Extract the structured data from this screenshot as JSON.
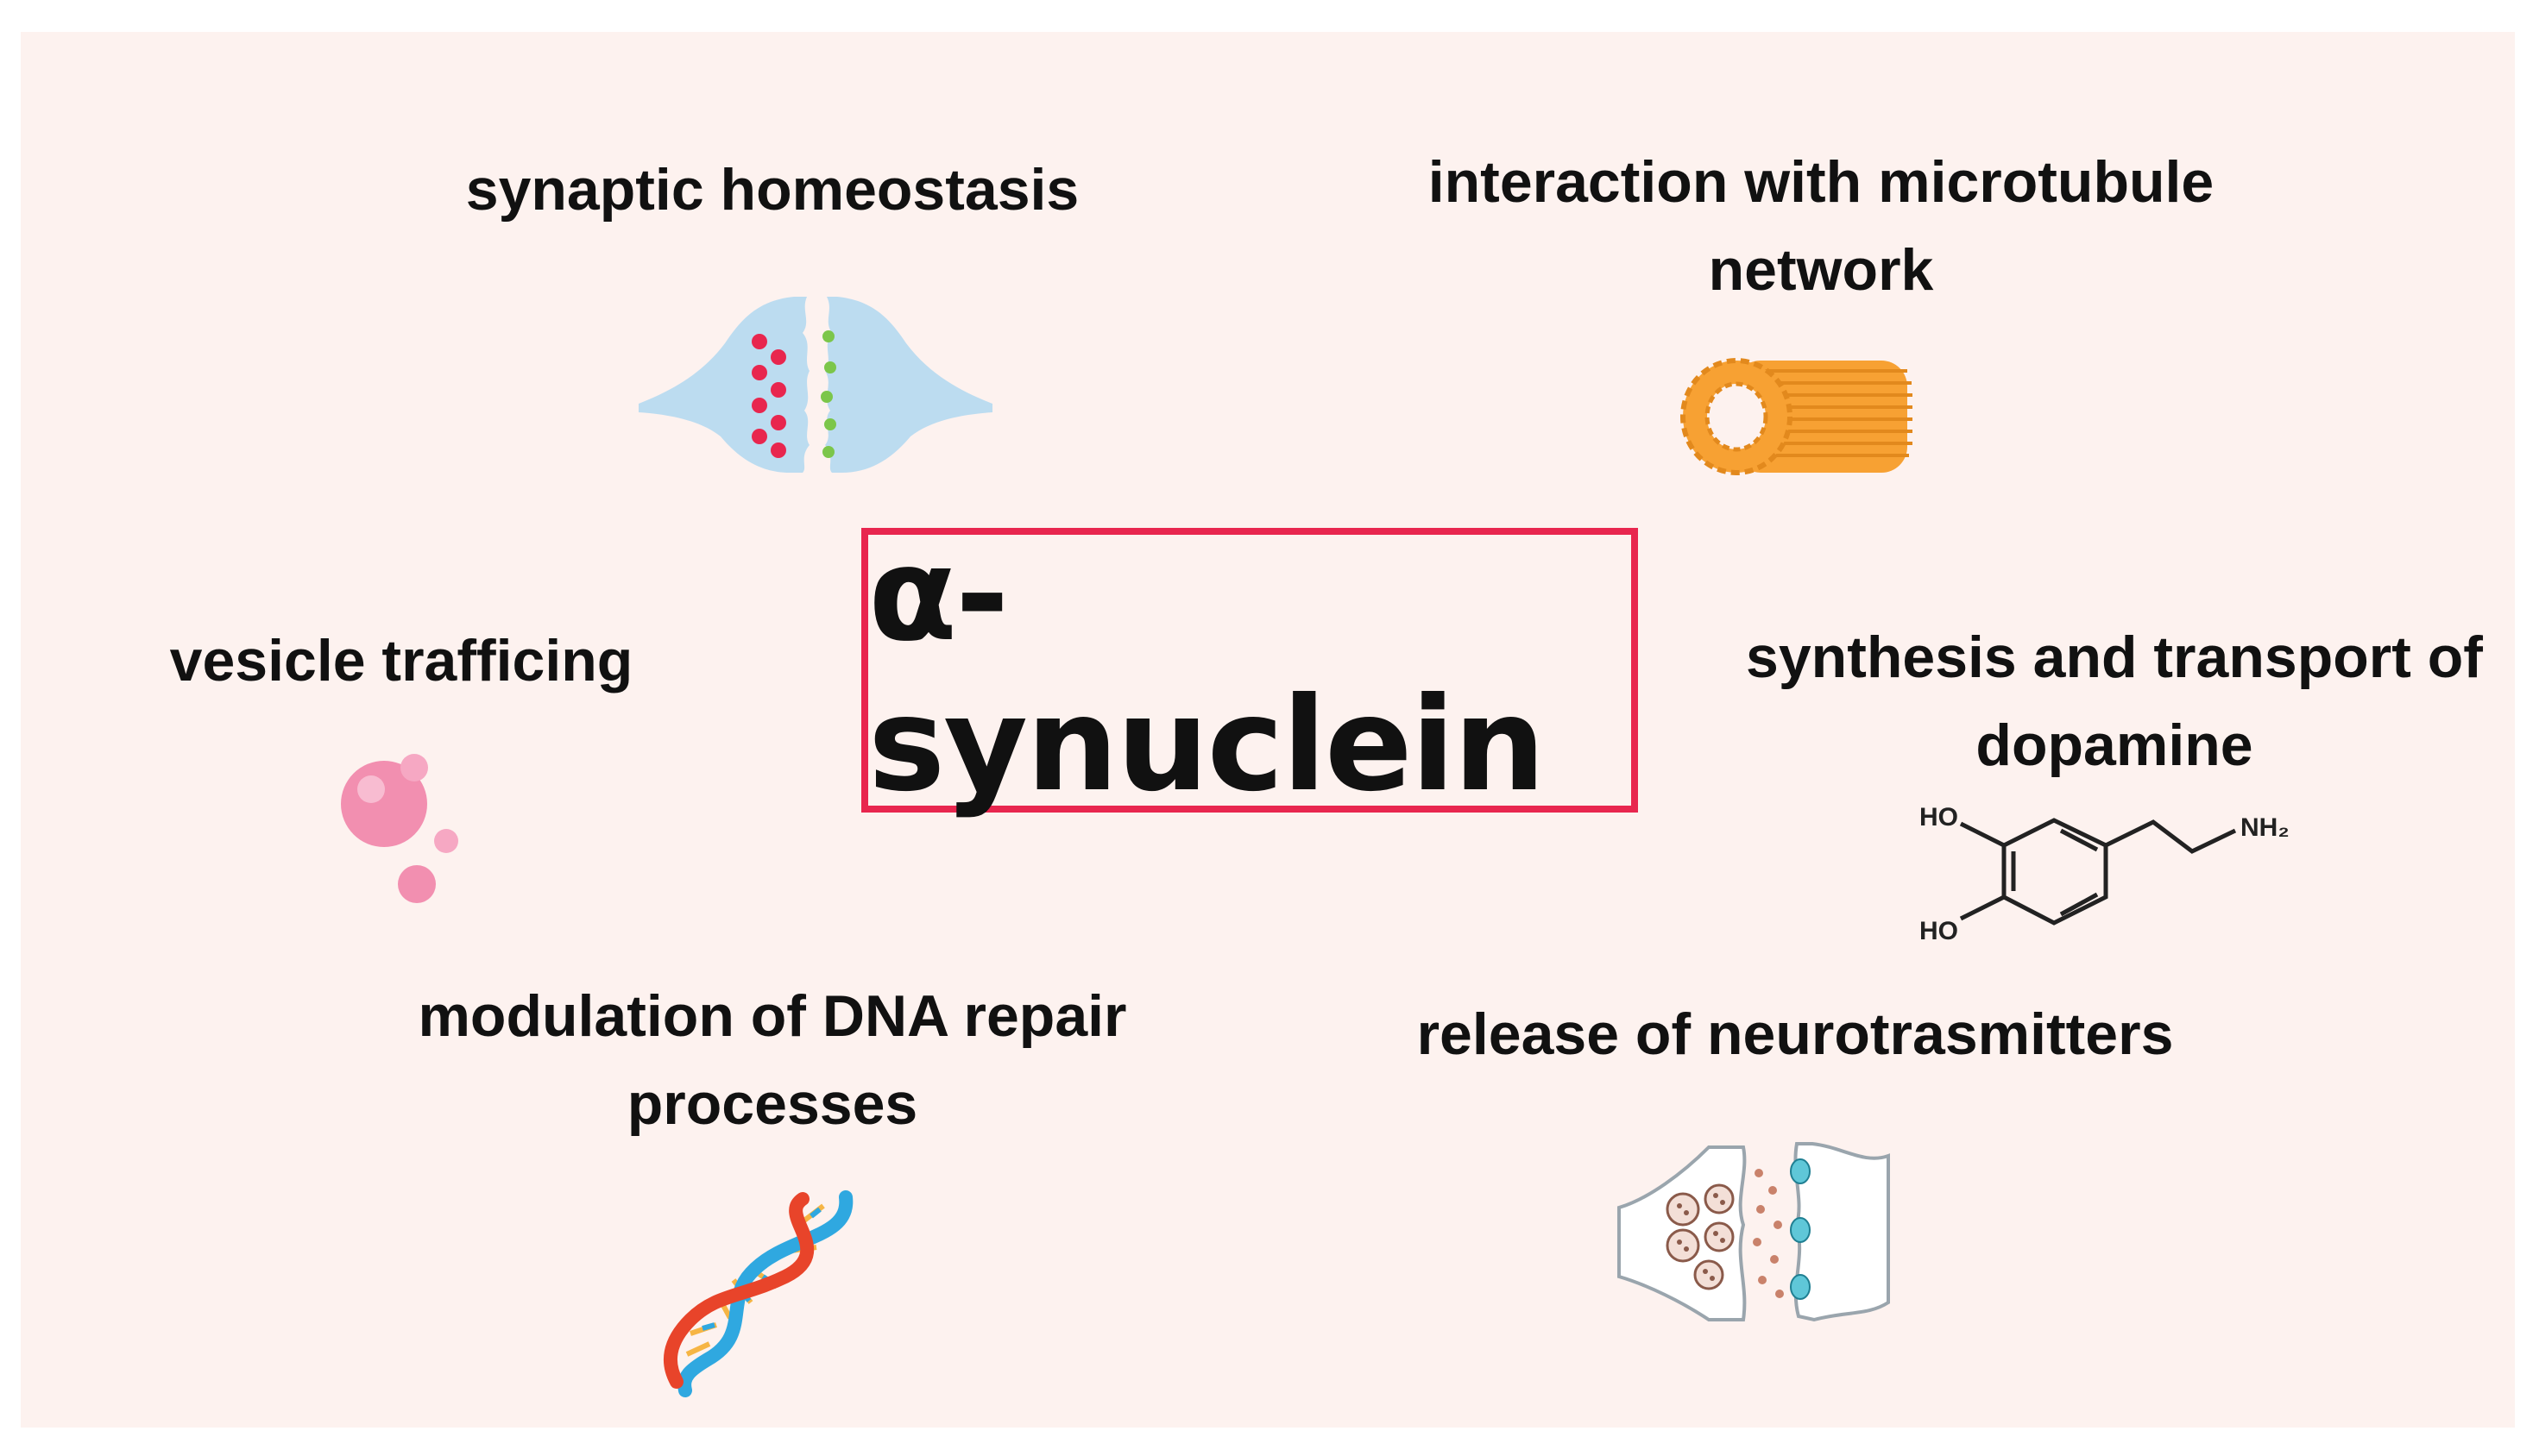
{
  "center": {
    "title": "α-synuclein"
  },
  "functions": {
    "synaptic_homeostasis": {
      "lines": [
        "synaptic homeostasis"
      ]
    },
    "microtubule": {
      "lines": [
        "interaction with microtubule",
        "network"
      ]
    },
    "vesicle": {
      "lines": [
        "vesicle trafficing"
      ]
    },
    "dopamine": {
      "lines": [
        "synthesis and transport of",
        "dopamine"
      ]
    },
    "dna_repair": {
      "lines": [
        "modulation of DNA repair",
        "processes"
      ]
    },
    "neurotransmitters": {
      "lines": [
        "release of neurotrasmitters"
      ]
    }
  },
  "dopamine_molecule": {
    "ho_top": "HO",
    "ho_bottom": "HO",
    "amine": "NH₂"
  },
  "icons": {
    "synapse": "synapse-icon",
    "microtubule": "microtubule-icon",
    "vesicle": "vesicle-bubbles-icon",
    "dopamine": "dopamine-structure-icon",
    "dna": "dna-helix-icon",
    "neurotransmitter": "neurotransmitter-release-icon"
  },
  "colors": {
    "background": "#fdf2ef",
    "center_border": "#e8264e",
    "synapse_fill": "#bcdcf0",
    "microtubule": "#f7a133",
    "vesicle": "#f28fb0",
    "dna_red": "#e8442a",
    "dna_blue": "#2fa8e0"
  }
}
